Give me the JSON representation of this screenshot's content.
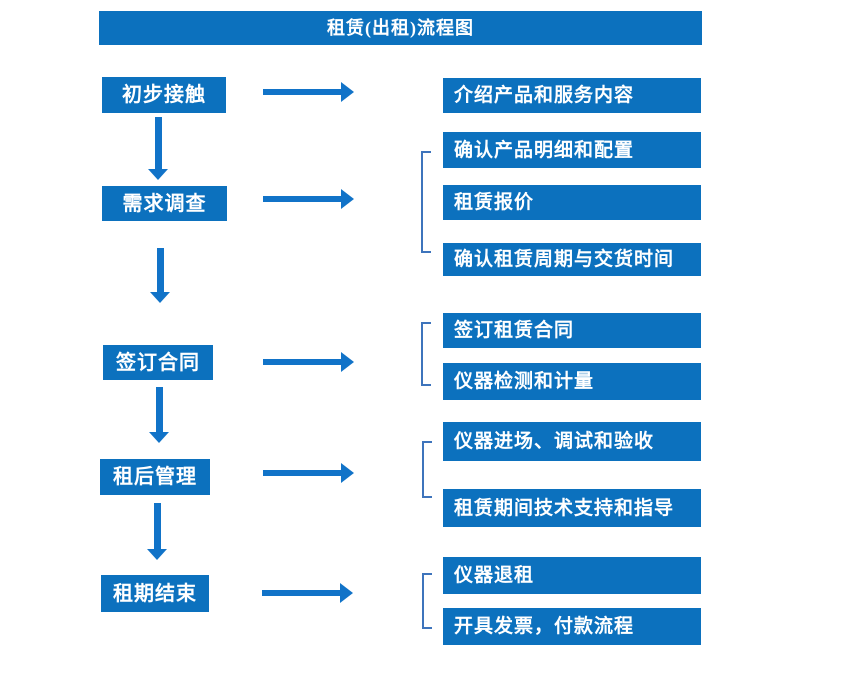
{
  "title": "租赁(出租)流程图",
  "left_steps": [
    "初步接触",
    "需求调查",
    "签订合同",
    "租后管理",
    "租期结束"
  ],
  "right_boxes": [
    "介绍产品和服务内容",
    "确认产品明细和配置",
    "租赁报价",
    "确认租赁周期与交货时间",
    "签订租赁合同",
    "仪器检测和计量",
    "仪器进场、调试和验收",
    "租赁期间技术支持和指导",
    "仪器退租",
    "开具发票，付款流程"
  ],
  "colors": {
    "box_blue": "#0C71BE",
    "arrow_blue": "#1173C8",
    "bracket_blue": "#3E74BC",
    "text_white": "#FFFFFF",
    "background": "#FFFFFF"
  }
}
